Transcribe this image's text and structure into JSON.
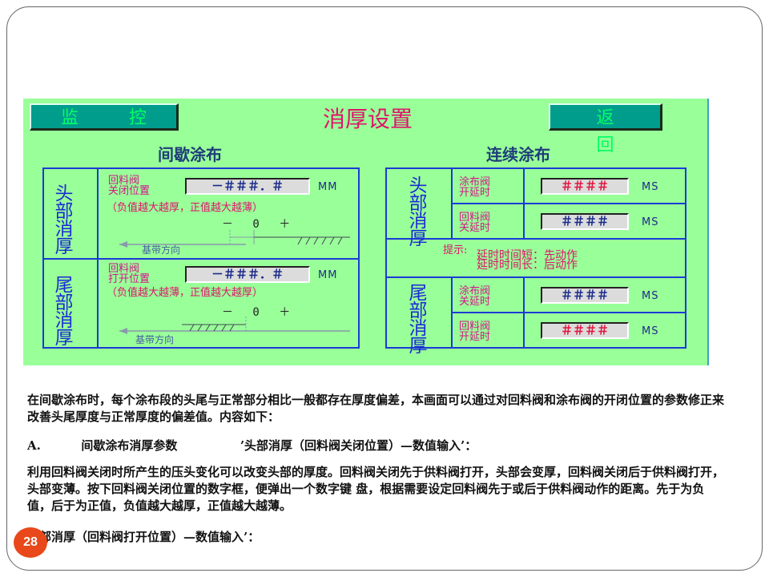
{
  "page_number": "28",
  "hmi": {
    "monitor_button": "监 控",
    "title": "消厚设置",
    "return_button": "返 回",
    "left_section": "间歇涂布",
    "right_section": "连续涂布",
    "head_label": "头部消厚",
    "tail_label": "尾部消厚",
    "head_field_label_1": "回料阀",
    "head_field_label_2": "关闭位置",
    "head_value": "－＃＃＃．＃",
    "unit_mm": "MM",
    "head_note": "（负值越大越厚，正值越大越薄）",
    "head_pm": "－ 0 ＋",
    "tape_direction": "基带方向",
    "tail_field_label_1": "回料阀",
    "tail_field_label_2": "打开位置",
    "tail_value": "－＃＃＃．＃",
    "tail_note": "（负值越大越薄，正值越大越厚）",
    "tail_pm": "－ 0 ＋",
    "r_head_coat_label_1": "涂布阀",
    "r_head_coat_label_2": "开延时",
    "r_head_coat_value": "＃＃＃＃",
    "r_head_return_label_1": "回料阀",
    "r_head_return_label_2": "关延时",
    "r_head_return_value": "＃＃＃＃",
    "unit_ms": "MS",
    "hint_title": "提示:",
    "hint_line1": "延时时间短：先动作",
    "hint_line2": "延时时间长：后动作",
    "r_tail_coat_label_1": "涂布阀",
    "r_tail_coat_label_2": "关延时",
    "r_tail_coat_value": "＃＃＃＃",
    "r_tail_return_label_1": "回料阀",
    "r_tail_return_label_2": "开延时",
    "r_tail_return_value": "＃＃＃＃"
  },
  "text": {
    "p1": "在间歇涂布时，每个涂布段的头尾与正常部分相比一般都存在厚度偏差，本画面可以通过对回料阀和涂布阀的开闭位置的参数修正来改善头尾厚度与正常厚度的偏差值。内容如下：",
    "p2_prefix": "A.",
    "p2_mid": "间歇涂布消厚参数",
    "p2_tail": "’头部消厚（回料阀关闭位置）—数值输入’：",
    "p3": "利用回料阀关闭时所产生的压头变化可以改变头部的厚度。回料阀关闭先于供料阀打开，头部会变厚，回料阀关闭后于供料阀打开，头部变薄。按下回料阀关闭位置的数字框，便弹出一个数字键 盘，根据需要设定回料阀先于或后于供料阀动作的距离。先于为负值，后于为正值，负值越大越厚，正值越大越薄。",
    "p4": "尾部消厚（回料阀打开位置）—数值输入’："
  },
  "colors": {
    "panel_bg": "#99ff99",
    "button_bg": "#009c8c",
    "title": "#e0136b",
    "border": "#1b3bd6",
    "badge": "#e8481a"
  }
}
